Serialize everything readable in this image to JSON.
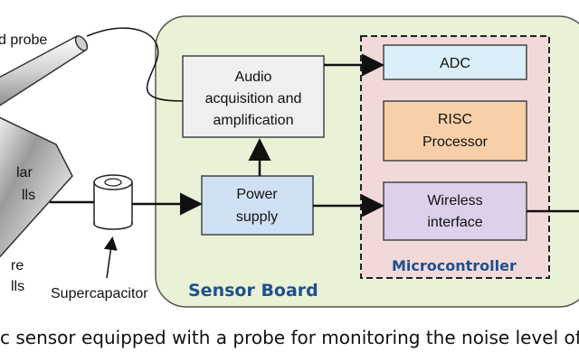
{
  "labels": {
    "probe_fragment": "d probe",
    "audio": [
      "Audio",
      "acquisition and",
      "amplification"
    ],
    "power": [
      "Power",
      "supply"
    ],
    "adc": "ADC",
    "risc": [
      "RISC",
      "Processor"
    ],
    "wireless": [
      "Wireless",
      "interface"
    ],
    "microcontroller": "Microcontroller",
    "sensor_board": "Sensor Board",
    "supercapacitor": "Supercapacitor",
    "solar_fragment_1": "lar",
    "solar_fragment_2": "lls",
    "other_fragment_1": "re",
    "other_fragment_2": "lls"
  },
  "caption": "c sensor equipped with a probe for monitoring the noise level of t",
  "colors": {
    "sensor_board_fill": "#e9f2d6",
    "microcontroller_fill": "#f2d9d9",
    "audio_fill": "#efefef",
    "power_fill": "#cfe0f3",
    "adc_fill": "#d9eef6",
    "risc_fill": "#f8cfa8",
    "wireless_fill": "#ddd0ea",
    "group_label": "#1f4f8f"
  },
  "icons": [
    "probe-icon",
    "solar-panel-icon",
    "supercapacitor-icon"
  ]
}
